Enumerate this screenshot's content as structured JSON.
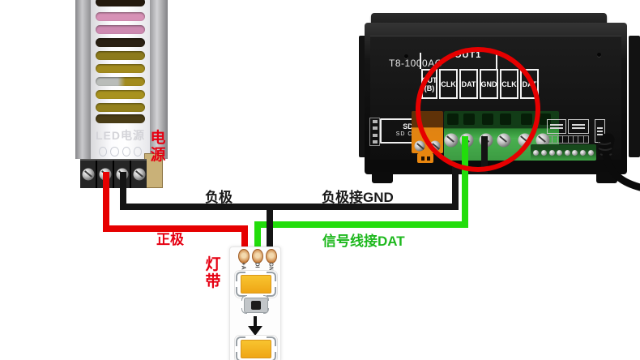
{
  "psu": {
    "face_label": "LED电源",
    "annotation": "电源"
  },
  "controller": {
    "model": "T8-1000AC",
    "out_group": "OUT1",
    "terminals": [
      "OUT (B)",
      "CLK",
      "DAT",
      "GND",
      "CLK",
      "DAT"
    ],
    "sd_cn": "SD卡",
    "sd_en": "SD CARD"
  },
  "strip": {
    "annotation": "灯带",
    "pads": [
      "+A",
      "DI",
      "GND"
    ]
  },
  "wiring": {
    "negative": "负极",
    "negative_to_gnd": "负极接GND",
    "positive": "正极",
    "signal_to_dat": "信号线接DAT"
  },
  "colors": {
    "wire_positive": "#e60000",
    "wire_negative": "#141414",
    "wire_signal": "#22dd0b",
    "annotation_red": "#e60012",
    "annotation_green": "#1db81d",
    "highlight_circle": "#e60000"
  }
}
